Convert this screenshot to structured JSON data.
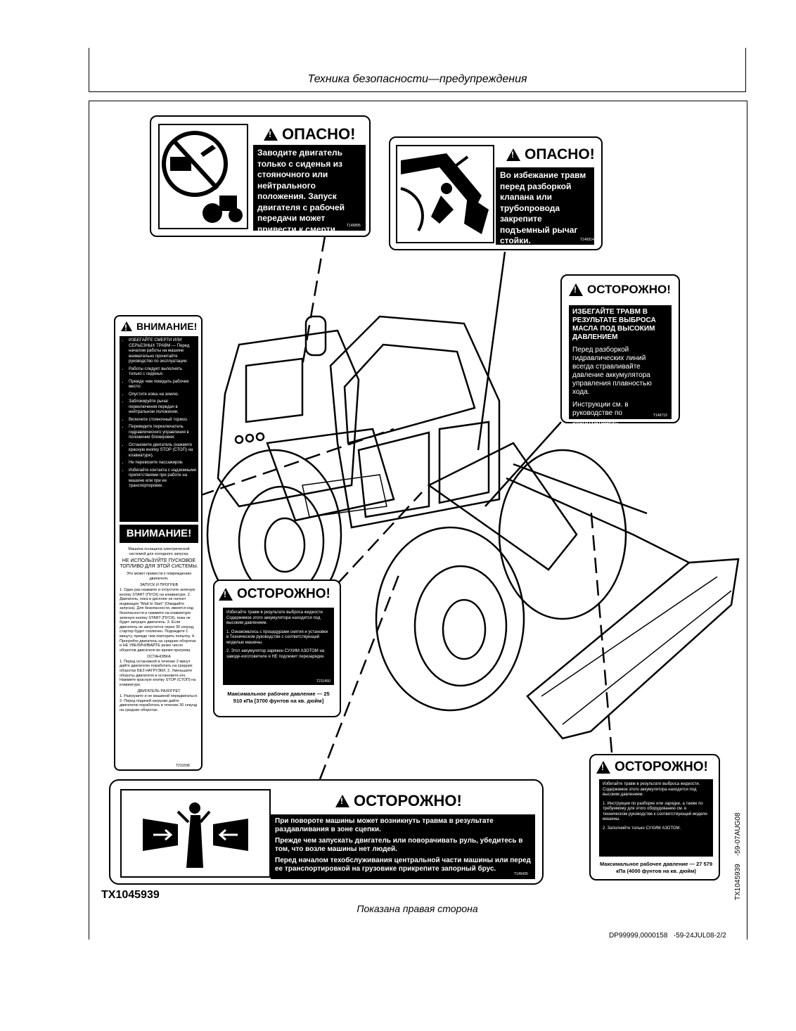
{
  "header": {
    "title": "Техника безопасности—предупреждения"
  },
  "labels": {
    "danger1": {
      "signal": "ОПАСНО!",
      "text": "Заводите двигатель только с сиденья из стояночного или нейтрального положения. Запуск двигателя с рабочей передачи может привести к смерти оператора.",
      "code": "T146895"
    },
    "danger2": {
      "signal": "ОПАСНО!",
      "text": "Во избежание травм перед разборкой клапана или трубопровода закрепите подъемный рычаг стойки.",
      "code": "T146914"
    },
    "caution_pressure": {
      "signal": "ОСТОРОЖНО!",
      "heading": "ИЗБЕГАЙТЕ ТРАВМ В РЕЗУЛЬТАТЕ ВЫБРОСА МАСЛА ПОД ВЫСОКИМ ДАВЛЕНИЕМ",
      "text1": "Перед разборкой гидравлических линий всегда стравливайте давление аккумулятора управления плавностью хода.",
      "text2": "Инструкции см. в руководстве по эксплуатации.",
      "code": "T146719"
    },
    "attention1": {
      "signal": "ВНИМАНИЕ!",
      "items": [
        "ИЗБЕГАЙТЕ СМЕРТИ ИЛИ СЕРЬЕЗНЫХ ТРАВМ — Перед началом работы на машине внимательно прочитайте руководство по эксплуатации.",
        "Работы следует выполнять только с сиденья.",
        "Прежде чем покидать рабочее место:",
        "Опустите ковш на землю.",
        "Заблокируйте рычаг переключения передач в нейтральном положении.",
        "Включите стояночный тормоз.",
        "Переведите переключатель гидравлического управления в положение блокировки.",
        "Остановите двигатель (нажмите красную кнопку STOP (СТОП) на клавиатуре).",
        "Не перевозите пассажиров.",
        "Избегайте контакта с надземными препятствиями при работе на машине или при ее транспортировке."
      ]
    },
    "attention2": {
      "signal": "ВНИМАНИЕ!",
      "intro": "Машина оснащена электрической системой для холодного запуска.",
      "warn": "НЕ ИСПОЛЬЗУЙТЕ ПУСКОВОЕ ТОПЛИВО ДЛЯ ЭТОЙ СИСТЕМЫ.",
      "warn2": "Это может привести к повреждению двигателя.",
      "h1": "ЗАПУСК И ПРОГРЕВ",
      "p1": "1. Один раз нажмите и отпустите зеленую кнопку START (ПУСК) на клавиатуре. 2. Двигатель, пока в дисплее не начнет индикация \"Wait to Start\" (Ожидайте запуска). Для безопасности, имеется код безопасности и нажмите на клавиатуре зеленую кнопку START (ПУСК), пока не будет запущен двигатель. 3. Если двигатель не запустится через 30 секунд, стартер будет отключен. Подождите 1 минуту, прежде чем повторить попытку. 4. Прогрейте двигатель на средних оборотах и НЕ УВЕЛИЧИВАЙТЕ резко число оборотов двигателя во время прогрева.",
      "h2": "ОСТАНОВКА",
      "p2": "1. Перед остановкой в течение 2 минут дайте двигателю поработать на средних оборотах БЕЗ НАГРУЗКИ. 2. Уменьшите обороты двигателя и остановите его. Нажмите красную кнопку STOP (СТОП) на клавиатуре.",
      "h3": "ДВИГАТЕЛЬ РАЗОГРЕТ",
      "p3": "1. Разгрузите и не машиной передвигаться. 2. Перед подачей нагрузки дайте двигателю поработать в течение 30 секунд на средних оборотах.",
      "code": "T231598"
    },
    "caution_center": {
      "signal": "ОСТОРОЖНО!",
      "intro": "Избегайте травм в результате выброса жидкости. Содержимое этого аккумулятора находится под высоким давлением.",
      "items": [
        "Ознакомьтесь с процедурами снятия и установки в Техническом руководстве с соответствующей моделью машины.",
        "Этот аккумулятор заряжен СУХИМ АЗОТОМ на заводе-изготовителе и НЕ подлежит перезарядке."
      ],
      "code": "T231450",
      "pressure": "Максимальное рабочее давление — 25 510 кПа [3700 фунтов на кв. дюйм]"
    },
    "caution_crush": {
      "signal": "ОСТОРОЖНО!",
      "p1": "При повороте машины может возникнуть травма в результате раздавливания в зоне сцепки.",
      "p2": "Прежде чем запускать двигатель или поворачивать руль, убедитесь в том, что возле машины нет людей.",
      "p3": "Перед началом техобслуживания центральной части машины или перед ее транспортировкой на грузовике прикрепите запорный брус.",
      "code": "T146435"
    },
    "caution_right": {
      "signal": "ОСТОРОЖНО!",
      "intro": "Избегайте травм в результате выброса жидкости. Содержимое этого аккумулятора находится под высоким давлением.",
      "items": [
        "Инструкции по разборке или зарядке, а также по требуемому для этого оборудованию см. в техническом руководстве к соответствующей модели машины.",
        "Заполняйте только СУХИМ АЗОТОМ."
      ],
      "pressure": "Максимальное рабочее давление — 27 579 кПа (4000 фунтов на кв. дюйм)"
    }
  },
  "figure_id": "TX1045939",
  "caption": "Показана правая сторона",
  "side_code": "TX1045939    -59-07AUG08",
  "footer": "DP99999,0000158   -59-24JUL08-2/2"
}
